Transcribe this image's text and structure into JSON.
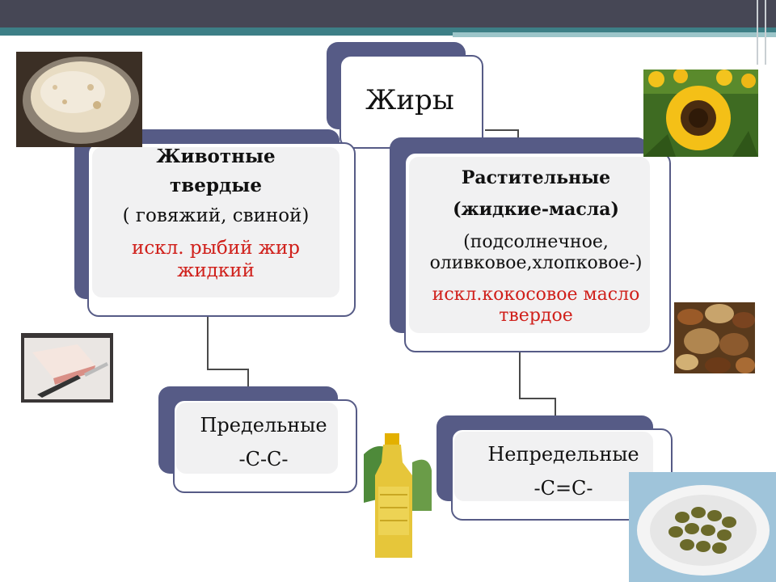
{
  "root": {
    "title": "Жиры"
  },
  "animal": {
    "line1": "Животные",
    "line2": "твердые",
    "line3": "( говяжий, свиной)",
    "exc1": "искл. рыбий жир",
    "exc2": "жидкий"
  },
  "plant": {
    "line1": "Растительные",
    "line2": "(жидкие-масла)",
    "line3": "(подсолнечное,",
    "line4": "оливковое,хлопковое-)",
    "exc1": "искл.кокосовое масло",
    "exc2": "твердое"
  },
  "saturated": {
    "line1": "Предельные",
    "line2": "-С-С-"
  },
  "unsaturated": {
    "line1": "Непредельные",
    "line2": "-С=С-"
  },
  "colors": {
    "accent": "#565b86",
    "header": "#464755",
    "teal": "#3d7f86",
    "highlight": "#d0201b"
  }
}
